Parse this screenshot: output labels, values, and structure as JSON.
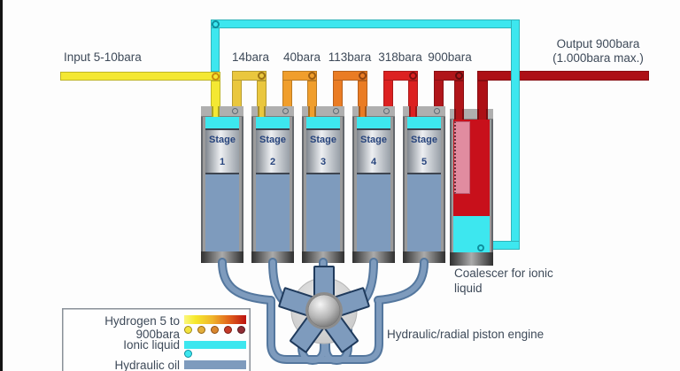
{
  "diagram": {
    "input_label": "Input 5-10bara",
    "output_label_line1": "Output 900bara",
    "output_label_line2": "(1.000bara max.)",
    "pressure_labels": [
      "14bara",
      "40bara",
      "113bara",
      "318bara",
      "900bara"
    ],
    "coalescer_label_line1": "Coalescer for ionic",
    "coalescer_label_line2": "liquid",
    "engine_label": "Hydraulic/radial piston engine"
  },
  "stages": [
    {
      "word": "Stage",
      "number": "1"
    },
    {
      "word": "Stage",
      "number": "2"
    },
    {
      "word": "Stage",
      "number": "3"
    },
    {
      "word": "Stage",
      "number": "4"
    },
    {
      "word": "Stage",
      "number": "5"
    }
  ],
  "legend": {
    "hydrogen_label_line1": "Hydrogen 5 to",
    "hydrogen_label_line2": "900bara",
    "ionic_label": "Ionic liquid",
    "oil_label": "Hydraulic oil"
  },
  "colors": {
    "hydrogen_input": "#F4E833",
    "stage_pipe_colors": [
      "#EAC73E",
      "#F09E2C",
      "#EA7C24",
      "#DC2121",
      "#B0151A"
    ],
    "hydrogen_output": "#AD1016",
    "ionic_liquid": "#3DE7EF",
    "hydraulic_oil": "#7E9BBD",
    "label_text": "#3E4A59"
  }
}
